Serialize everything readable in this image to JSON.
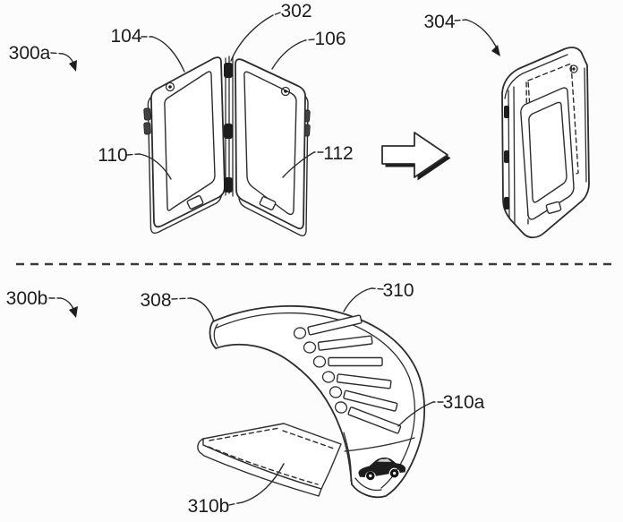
{
  "diagram": {
    "background_color": "#fcfcfc",
    "ink_color": "#2d2d2d",
    "section_a": {
      "label": "300a",
      "ref_left_panel": "104",
      "ref_hinge": "302",
      "ref_right_panel": "106",
      "ref_left_display": "110",
      "ref_right_display": "112",
      "ref_folded_device": "304"
    },
    "section_b": {
      "label": "300b",
      "ref_band_end": "308",
      "ref_flexible_display": "310",
      "ref_display_region": "310a",
      "ref_base": "310b"
    }
  }
}
